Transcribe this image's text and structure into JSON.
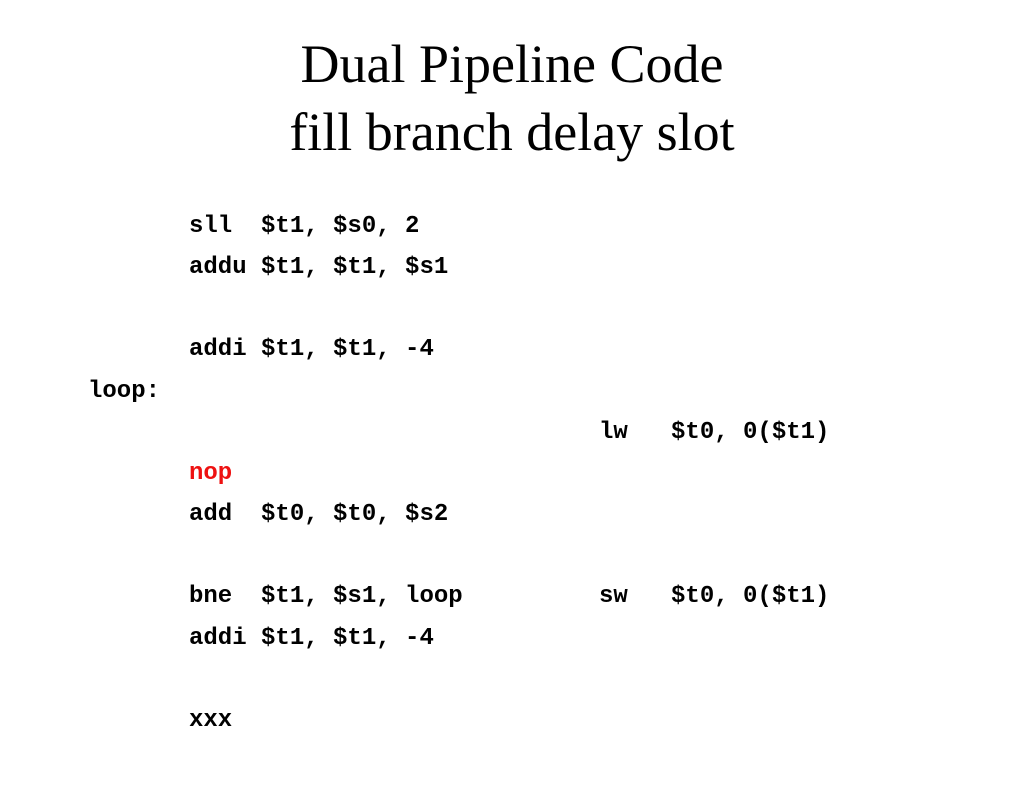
{
  "slide": {
    "title_line1": "Dual Pipeline Code",
    "title_line2": "fill branch delay slot"
  },
  "code": {
    "line1_left": "sll  $t1, $s0, 2",
    "line2_left": "addu $t1, $t1, $s1",
    "line3_left": "addi $t1, $t1, -4",
    "label": "loop:",
    "line4_right": "lw   $t0, 0($t1)",
    "line5_left": "nop",
    "line6_left": "add  $t0, $t0, $s2",
    "line7_left": "bne  $t1, $s1, loop",
    "line7_right": "sw   $t0, 0($t1)",
    "line8_left": "addi $t1, $t1, -4",
    "line9_left": "xxx"
  },
  "colors": {
    "text": "#000000",
    "highlight": "#ee1111",
    "background": "#ffffff"
  }
}
